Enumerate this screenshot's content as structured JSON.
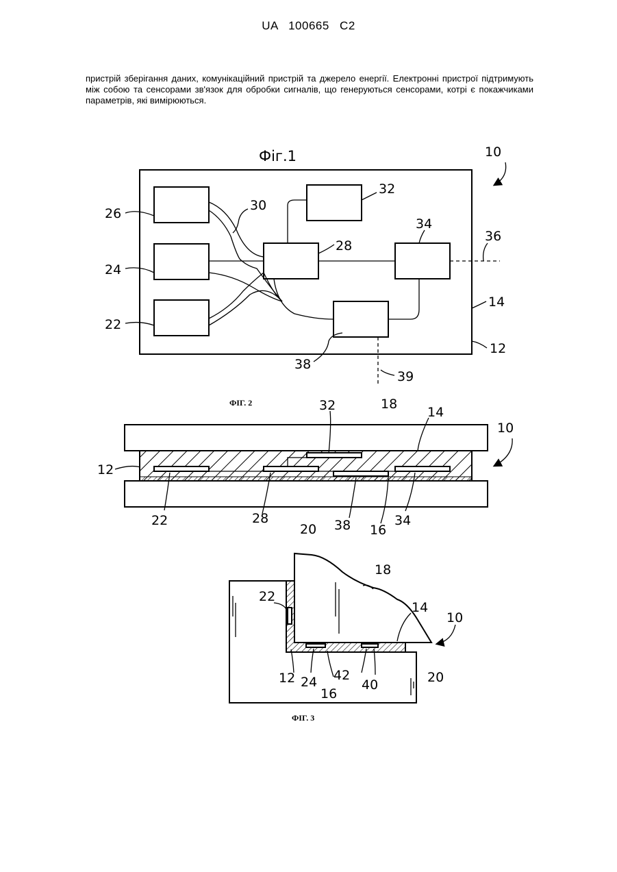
{
  "header": {
    "patent_id": "UA   100665   C2"
  },
  "paragraph": "пристрій зберігання даних, комунікаційний пристрій та джерело енергії. Електронні пристрої підтримують між собою та сенсорами зв'язок для обробки сигналів, що генеруються сенсорами, котрі є покажчиками параметрів, які вимірюються.",
  "fig1": {
    "title": "Фіг.1",
    "labels": {
      "l10": "10",
      "l26": "26",
      "l30": "30",
      "l32": "32",
      "l24": "24",
      "l28": "28",
      "l34": "34",
      "l36": "36",
      "l22": "22",
      "l14": "14",
      "l12": "12",
      "l38": "38",
      "l39": "39"
    }
  },
  "fig2": {
    "caption": "ФІГ. 2",
    "labels": {
      "l32": "32",
      "l18": "18",
      "l14": "14",
      "l10": "10",
      "l12": "12",
      "l22": "22",
      "l28": "28",
      "l20": "20",
      "l38": "38",
      "l16": "16",
      "l34": "34"
    }
  },
  "fig3": {
    "caption": "ФІГ. 3",
    "labels": {
      "l18": "18",
      "l22": "22",
      "l14": "14",
      "l10": "10",
      "l12": "12",
      "l24": "24",
      "l42": "42",
      "l40": "40",
      "l20": "20",
      "l16": "16"
    }
  }
}
